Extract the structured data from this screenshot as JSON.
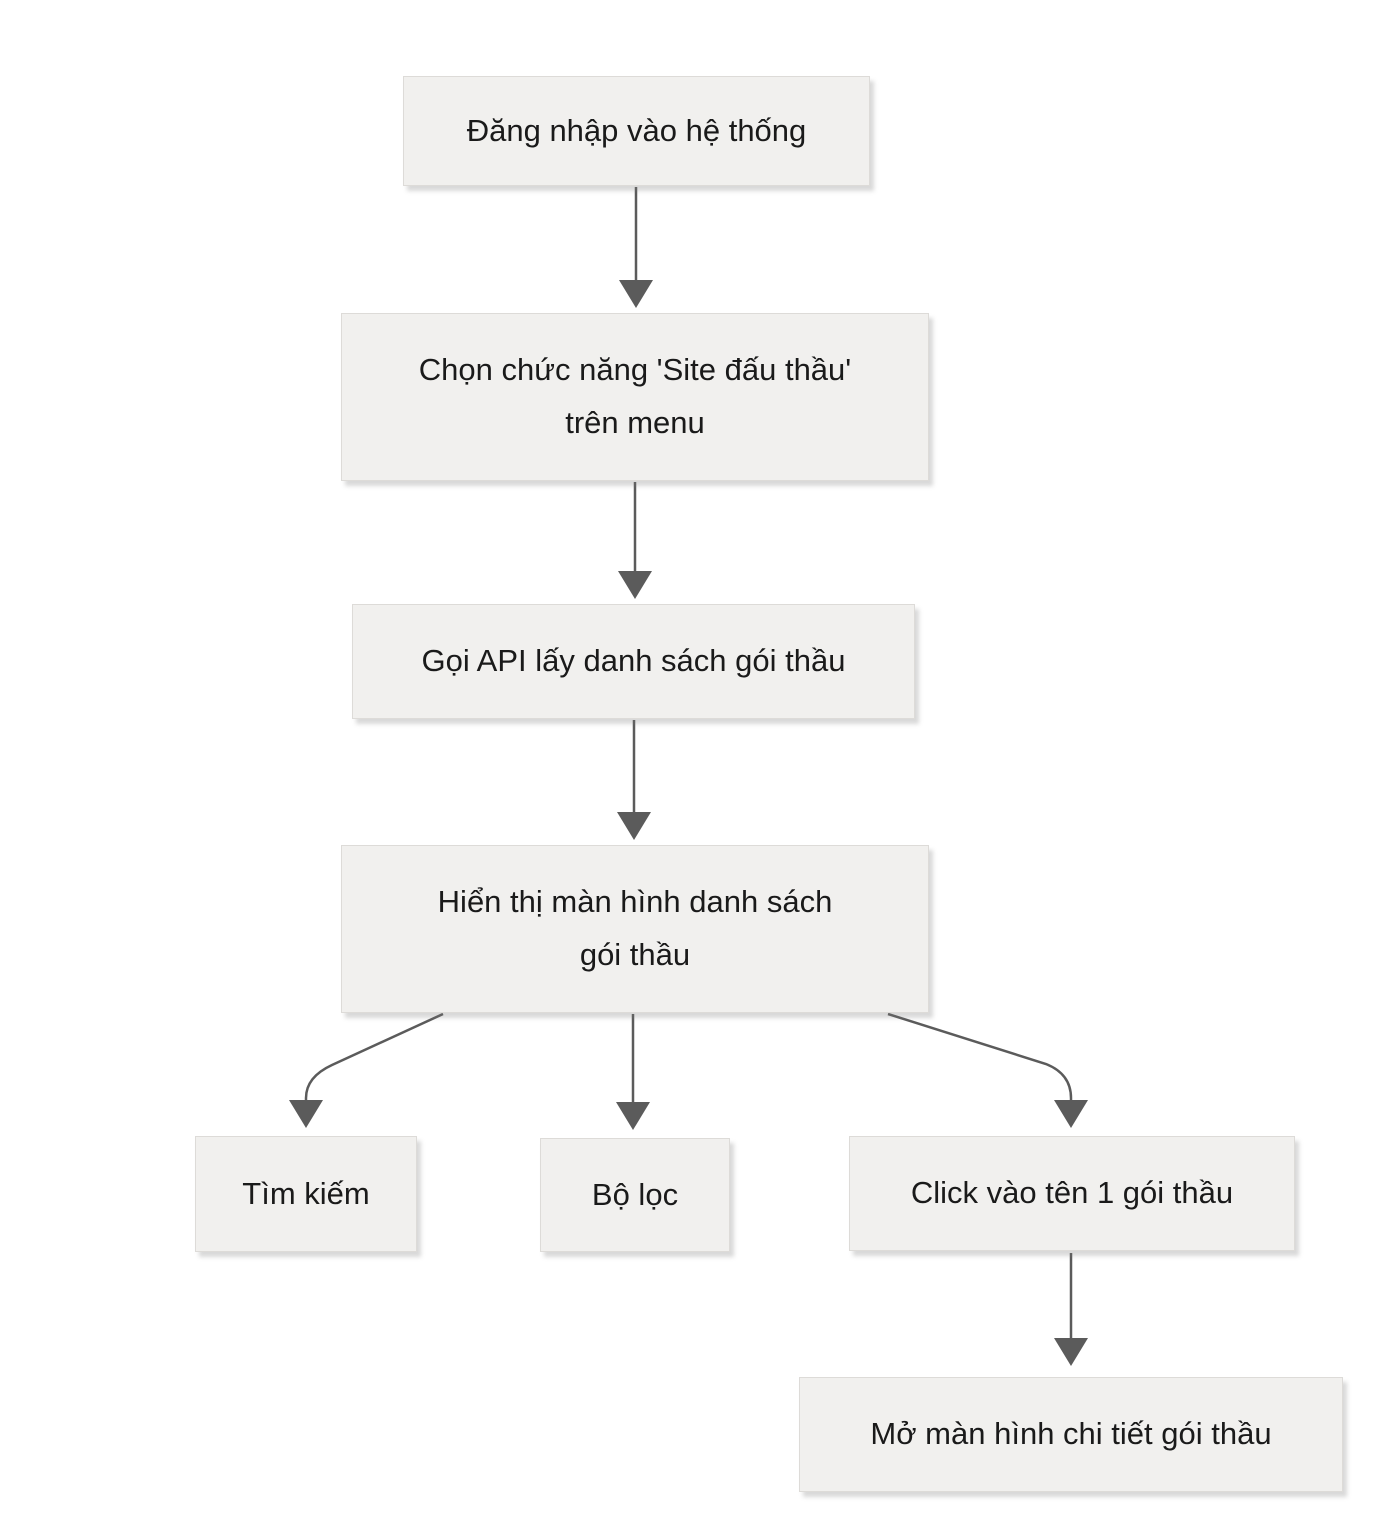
{
  "diagram": {
    "type": "flowchart",
    "background_color": "#ffffff",
    "node_fill_color": "#f1f0ee",
    "node_border_color": "#dddbd8",
    "node_text_color": "#1a1a1a",
    "arrow_color": "#5b5b5b",
    "nodes": [
      {
        "id": "login",
        "lines": [
          "Đăng nhập vào hệ thống"
        ]
      },
      {
        "id": "site-menu",
        "lines": [
          "Chọn chức năng 'Site đấu thầu'",
          "trên menu"
        ]
      },
      {
        "id": "call-api",
        "lines": [
          "Gọi API lấy danh sách gói thầu"
        ]
      },
      {
        "id": "show-list",
        "lines": [
          "Hiển thị màn hình danh sách",
          "gói thầu"
        ]
      },
      {
        "id": "search",
        "lines": [
          "Tìm kiếm"
        ]
      },
      {
        "id": "filter",
        "lines": [
          "Bộ lọc"
        ]
      },
      {
        "id": "click-package",
        "lines": [
          "Click vào tên 1 gói thầu"
        ]
      },
      {
        "id": "open-detail",
        "lines": [
          "Mở màn hình chi tiết gói thầu"
        ]
      }
    ],
    "edges": [
      {
        "from": "login",
        "to": "site-menu"
      },
      {
        "from": "site-menu",
        "to": "call-api"
      },
      {
        "from": "call-api",
        "to": "show-list"
      },
      {
        "from": "show-list",
        "to": "search"
      },
      {
        "from": "show-list",
        "to": "filter"
      },
      {
        "from": "show-list",
        "to": "click-package"
      },
      {
        "from": "click-package",
        "to": "open-detail"
      }
    ]
  }
}
